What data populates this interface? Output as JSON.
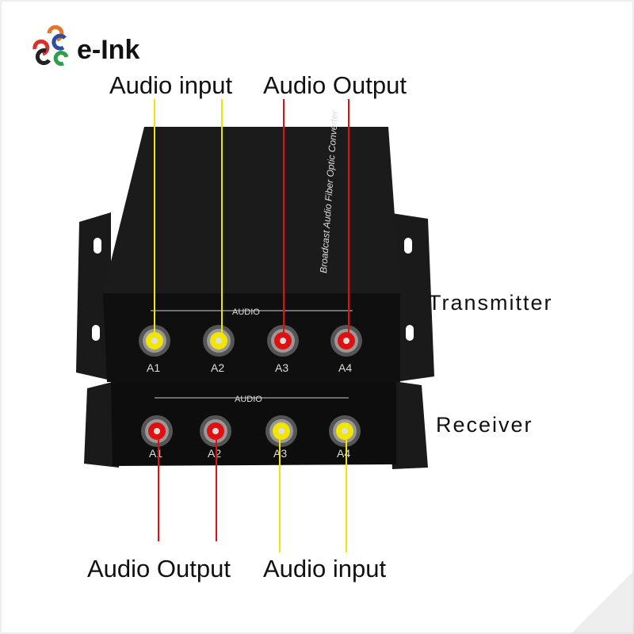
{
  "logo": {
    "text": "e-Ink",
    "colors": [
      "#e8742a",
      "#2b4fa0",
      "#d8302a",
      "#222222",
      "#2e9e4a"
    ]
  },
  "callouts": {
    "top_input": "Audio input",
    "top_output": "Audio Output",
    "bottom_output": "Audio Output",
    "bottom_input": "Audio input",
    "transmitter": "Transmitter",
    "receiver": "Receiver"
  },
  "device": {
    "top_text": "Broadcast Audio Fiber Optic Converter",
    "section_label": "AUDIO",
    "transmitter_ports": [
      {
        "label": "A1",
        "color": "#f2e600"
      },
      {
        "label": "A2",
        "color": "#f2e600"
      },
      {
        "label": "A3",
        "color": "#e01010"
      },
      {
        "label": "A4",
        "color": "#e01010"
      }
    ],
    "receiver_ports": [
      {
        "label": "A1",
        "color": "#e01010"
      },
      {
        "label": "A2",
        "color": "#e01010"
      },
      {
        "label": "A3",
        "color": "#f2e600"
      },
      {
        "label": "A4",
        "color": "#f2e600"
      }
    ]
  }
}
